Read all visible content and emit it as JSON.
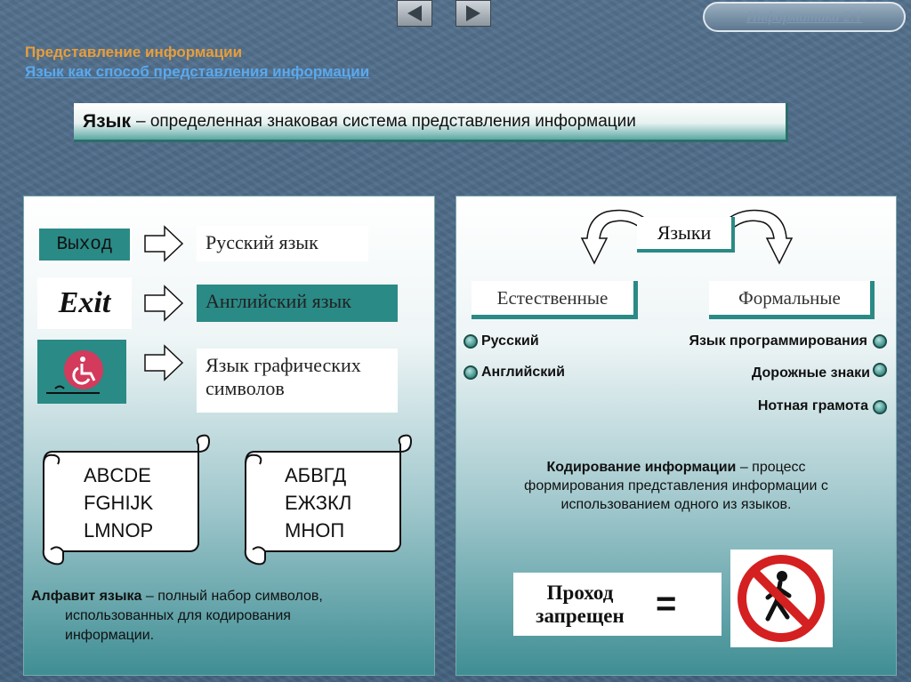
{
  "nav": {
    "course_label": "Информатика 2.1"
  },
  "header": {
    "title": "Представление информации",
    "subtitle_link": "Язык как способ представления информации"
  },
  "definition": {
    "term": "Язык",
    "text": "– определенная знаковая система представления информации"
  },
  "left": {
    "icons": [
      {
        "label": "Выход",
        "icon": "exit-sign-ru"
      },
      {
        "label": "Exit",
        "icon": "exit-sign-en"
      },
      {
        "label": "",
        "icon": "wheelchair-icon"
      }
    ],
    "languages": [
      "Русский язык",
      "Английский язык",
      "Язык графических символов"
    ],
    "scroll_latin": [
      "ABCDE",
      "FGHIJK",
      "LMNOP"
    ],
    "scroll_cyrillic": [
      "АБВГД",
      "ЕЖЗКЛ",
      "МНОП"
    ],
    "alphabet": {
      "term": "Алфавит языка",
      "line1": " – полный набор символов,",
      "line2": "использованных для кодирования",
      "line3": "информации."
    }
  },
  "right": {
    "root": "Языки",
    "natural": {
      "label": "Естественные",
      "items": [
        "Русский",
        "Английский"
      ]
    },
    "formal": {
      "label": "Формальные",
      "items": [
        "Язык программирования",
        "Дорожные знаки",
        "Нотная грамота"
      ]
    },
    "coding": {
      "term": "Кодирование информации",
      "line1": " – процесс",
      "line2": "формирования представления информации с",
      "line3": "использованием одного из языков."
    },
    "forbidden": {
      "line1": "Проход",
      "line2": "запрещен",
      "equals": "="
    }
  },
  "colors": {
    "accent": "#2a8a86",
    "title_orange": "#e79e3c",
    "link_blue": "#5aa9ee",
    "stop_red": "#d42020"
  }
}
